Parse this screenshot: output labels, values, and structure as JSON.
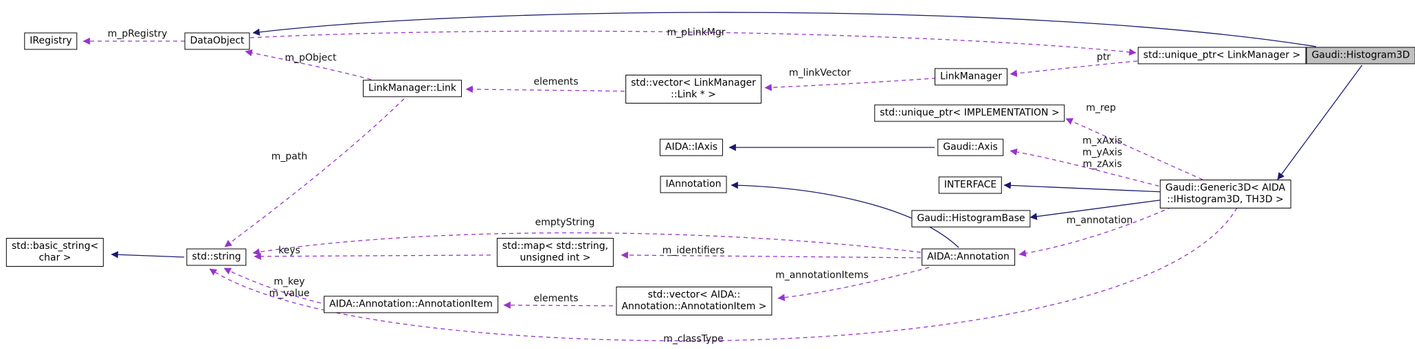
{
  "colors": {
    "inheritance_edge": "#191970",
    "usage_edge": "#9a32cd",
    "node_border": "#000000",
    "node_fill": "#ffffff",
    "current_node_fill": "#bfbfbf"
  },
  "nodes": {
    "iregistry": "IRegistry",
    "dataobject": "DataObject",
    "linkmanager_link": "LinkManager::Link",
    "vector_linkmanager_link": "std::vector< LinkManager\n::Link * >",
    "linkmanager": "LinkManager",
    "unique_ptr_linkmanager": "std::unique_ptr< LinkManager >",
    "histogram3d": "Gaudi::Histogram3D",
    "unique_ptr_implementation": "std::unique_ptr< IMPLEMENTATION >",
    "aida_iaxis": "AIDA::IAxis",
    "gaudi_axis": "Gaudi::Axis",
    "iannotation": "IAnnotation",
    "interface": "INTERFACE",
    "gaudi_histogrambase": "Gaudi::HistogramBase",
    "gaudi_generic3d": "Gaudi::Generic3D< AIDA\n::IHistogram3D, TH3D >",
    "std_basic_string": "std::basic_string<\nchar >",
    "std_string": "std::string",
    "std_map": "std::map< std::string,\nunsigned int >",
    "aida_annotation": "AIDA::Annotation",
    "annotation_item": "AIDA::Annotation::AnnotationItem",
    "vector_annotation_item": "std::vector< AIDA::\nAnnotation::AnnotationItem >"
  },
  "edge_labels": {
    "m_pRegistry": "m_pRegistry",
    "m_pLinkMgr": "m_pLinkMgr",
    "m_pObject": "m_pObject",
    "elements_top": "elements",
    "m_linkVector": "m_linkVector",
    "ptr": "ptr",
    "m_rep": "m_rep",
    "m_axes": "m_xAxis\nm_yAxis\nm_zAxis",
    "m_annotation": "m_annotation",
    "m_path": "m_path",
    "emptyString": "emptyString",
    "keys": "keys",
    "m_identifiers": "m_identifiers",
    "m_annotationItems": "m_annotationItems",
    "m_key_value": "m_key\nm_value",
    "elements_bottom": "elements",
    "m_classType": "m_classType"
  }
}
